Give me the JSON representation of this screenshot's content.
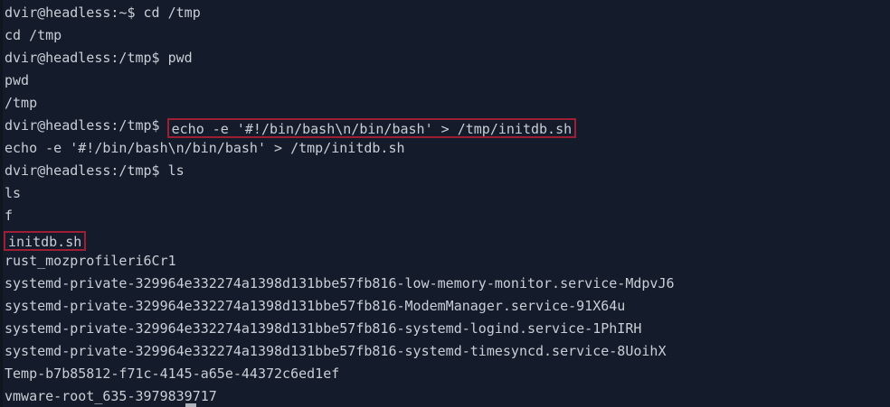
{
  "terminal": {
    "app": "terminal",
    "background_color": "#141c2b",
    "foreground_color": "#c9ced6",
    "highlight_border_color": "#9e1f33",
    "user": "dvir",
    "host": "headless",
    "prompt_home": "dvir@headless:~$",
    "prompt_tmp": "dvir@headless:/tmp$",
    "cursor_visible": true,
    "lines": [
      {
        "type": "prompt",
        "prompt": "dvir@headless:~$ ",
        "text": "cd /tmp",
        "highlight": false
      },
      {
        "type": "output",
        "prompt": "",
        "text": "cd /tmp",
        "highlight": false
      },
      {
        "type": "prompt",
        "prompt": "dvir@headless:/tmp$ ",
        "text": "pwd",
        "highlight": false
      },
      {
        "type": "output",
        "prompt": "",
        "text": "pwd",
        "highlight": false
      },
      {
        "type": "output",
        "prompt": "",
        "text": "/tmp",
        "highlight": false
      },
      {
        "type": "prompt",
        "prompt": "dvir@headless:/tmp$ ",
        "text": "echo -e '#!/bin/bash\\n/bin/bash' > /tmp/initdb.sh",
        "highlight": true
      },
      {
        "type": "output",
        "prompt": "",
        "text": "echo -e '#!/bin/bash\\n/bin/bash' > /tmp/initdb.sh",
        "highlight": false
      },
      {
        "type": "prompt",
        "prompt": "dvir@headless:/tmp$ ",
        "text": "ls",
        "highlight": false
      },
      {
        "type": "output",
        "prompt": "",
        "text": "ls",
        "highlight": false
      },
      {
        "type": "output",
        "prompt": "",
        "text": "f",
        "highlight": false
      },
      {
        "type": "output",
        "prompt": "",
        "text": "initdb.sh",
        "highlight": true
      },
      {
        "type": "output",
        "prompt": "",
        "text": "rust_mozprofileri6Cr1",
        "highlight": false
      },
      {
        "type": "output",
        "prompt": "",
        "text": "systemd-private-329964e332274a1398d131bbe57fb816-low-memory-monitor.service-MdpvJ6",
        "highlight": false
      },
      {
        "type": "output",
        "prompt": "",
        "text": "systemd-private-329964e332274a1398d131bbe57fb816-ModemManager.service-91X64u",
        "highlight": false
      },
      {
        "type": "output",
        "prompt": "",
        "text": "systemd-private-329964e332274a1398d131bbe57fb816-systemd-logind.service-1PhIRH",
        "highlight": false
      },
      {
        "type": "output",
        "prompt": "",
        "text": "systemd-private-329964e332274a1398d131bbe57fb816-systemd-timesyncd.service-8UoihX",
        "highlight": false
      },
      {
        "type": "output",
        "prompt": "",
        "text": "Temp-b7b85812-f71c-4145-a65e-44372c6ed1ef",
        "highlight": false
      },
      {
        "type": "output",
        "prompt": "",
        "text": "vmware-root_635-3979839717",
        "highlight": false
      }
    ]
  }
}
